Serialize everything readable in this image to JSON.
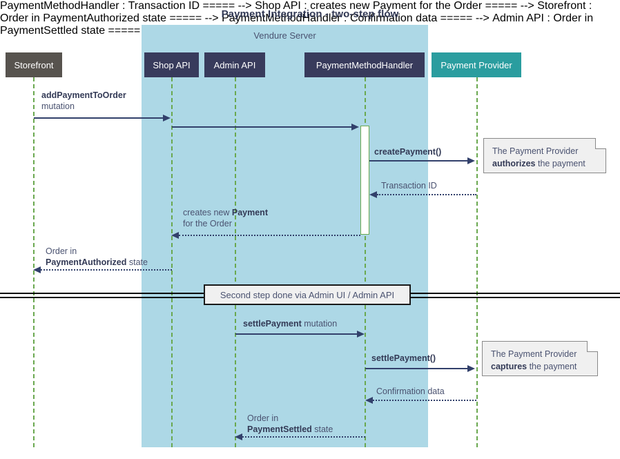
{
  "title": "Payment Integration - two-step flow",
  "group": {
    "label": "Vendure Server",
    "color": "#ADD8E6"
  },
  "colors": {
    "participant_navy": "#383B5C",
    "participant_gray": "#57534E",
    "participant_teal": "#2A9D9F",
    "lifeline_green": "#6aa84f",
    "arrow_navy": "#32406b",
    "note_bg": "#f0f0f0",
    "title_color": "#333a56"
  },
  "participants": [
    {
      "name": "Storefront",
      "color": "#57534E"
    },
    {
      "name": "Shop API",
      "color": "#383B5C"
    },
    {
      "name": "Admin API",
      "color": "#383B5C"
    },
    {
      "name": "PaymentMethodHandler",
      "color": "#383B5C"
    },
    {
      "name": "Payment Provider",
      "color": "#2A9D9F"
    }
  ],
  "messages": [
    {
      "label_bold": "addPaymentToOrder",
      "label_rest": "",
      "label_line2": "mutation",
      "from": "Storefront",
      "to": "Shop API",
      "kind": "call"
    },
    {
      "label_bold": "",
      "label_rest": "",
      "label_line2": "",
      "from": "Shop API",
      "to": "PaymentMethodHandler",
      "kind": "call"
    },
    {
      "label_bold": "createPayment()",
      "label_rest": "",
      "label_line2": "",
      "from": "PaymentMethodHandler",
      "to": "Payment Provider",
      "kind": "call"
    },
    {
      "label_bold": "",
      "label_rest": "Transaction ID",
      "label_line2": "",
      "from": "Payment Provider",
      "to": "PaymentMethodHandler",
      "kind": "return"
    },
    {
      "label_bold": "Payment",
      "label_rest": "creates new ",
      "label_line2": "for the Order",
      "from": "PaymentMethodHandler",
      "to": "Shop API",
      "kind": "return"
    },
    {
      "label_bold": "PaymentAuthorized",
      "label_rest": " state",
      "label_line2": "Order in",
      "from": "Shop API",
      "to": "Storefront",
      "kind": "return"
    },
    {
      "label_bold": "settlePayment",
      "label_rest": " mutation",
      "label_line2": "",
      "from": "Admin API",
      "to": "PaymentMethodHandler",
      "kind": "call"
    },
    {
      "label_bold": "settlePayment()",
      "label_rest": "",
      "label_line2": "",
      "from": "PaymentMethodHandler",
      "to": "Payment Provider",
      "kind": "call"
    },
    {
      "label_bold": "",
      "label_rest": "Confirmation data",
      "label_line2": "",
      "from": "Payment Provider",
      "to": "PaymentMethodHandler",
      "kind": "return"
    },
    {
      "label_bold": "PaymentSettled",
      "label_rest": " state",
      "label_line2": "Order in",
      "from": "PaymentMethodHandler",
      "to": "Admin API",
      "kind": "return"
    }
  ],
  "notes": [
    {
      "line1": "The Payment Provider",
      "bold": "authorizes",
      "rest": " the payment"
    },
    {
      "line2_bold_note": "",
      "line1": "The Payment Provider",
      "bold": "captures",
      "rest": " the payment"
    }
  ],
  "divider": {
    "label": "Second step done via Admin UI / Admin API"
  },
  "labels": {
    "msg1_bold": "addPaymentToOrder",
    "msg1_line2": "mutation",
    "msg3_bold": "createPayment()",
    "msg4_text": "Transaction ID",
    "msg5_pre": "creates new ",
    "msg5_bold": "Payment",
    "msg5_line2": "for the Order",
    "msg6_line1": "Order in",
    "msg6_bold": "PaymentAuthorized",
    "msg6_rest": " state",
    "msg7_bold": "settlePayment",
    "msg7_rest": " mutation",
    "msg8_bold": "settlePayment()",
    "msg9_text": "Confirmation data",
    "msg10_line1": "Order in",
    "msg10_bold": "PaymentSettled",
    "msg10_rest": " state",
    "note1_line1": "The Payment Provider",
    "note1_bold": "authorizes",
    "note1_rest": " the payment",
    "note2_line1": "The Payment Provider",
    "note2_bold": "captures",
    "note2_rest": " the payment"
  }
}
